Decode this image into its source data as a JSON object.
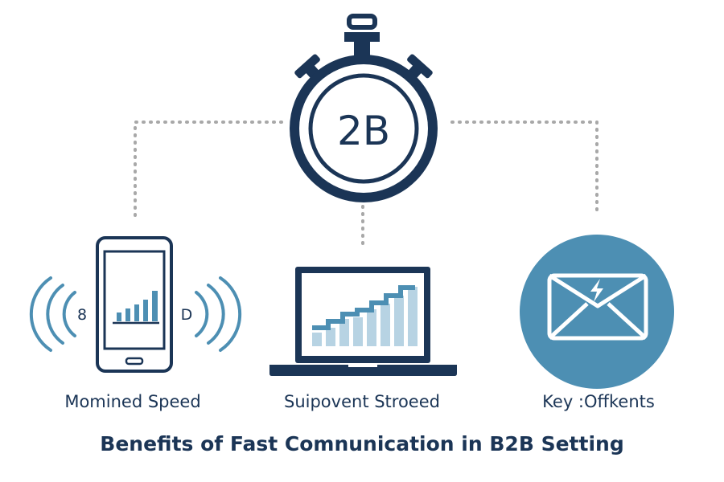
{
  "stopwatch": {
    "face_text": "2B",
    "icon": "stopwatch-icon"
  },
  "phone": {
    "left_glyph": "8",
    "right_glyph": "D",
    "icon": "smartphone-icon"
  },
  "laptop": {
    "icon": "laptop-chart-icon"
  },
  "envelope": {
    "icon": "envelope-lightning-icon"
  },
  "labels": {
    "phone": "Momined Speed",
    "laptop": "Suipovent Stroeed",
    "envelope": "Key :Offkents"
  },
  "title": "Benefits of Fast Comnunication in B2B Setting",
  "colors": {
    "navy": "#1b3556",
    "steel_blue": "#4d8fb3",
    "light_blue": "#b7d3e3",
    "connector_gray": "#a8a8a8"
  }
}
